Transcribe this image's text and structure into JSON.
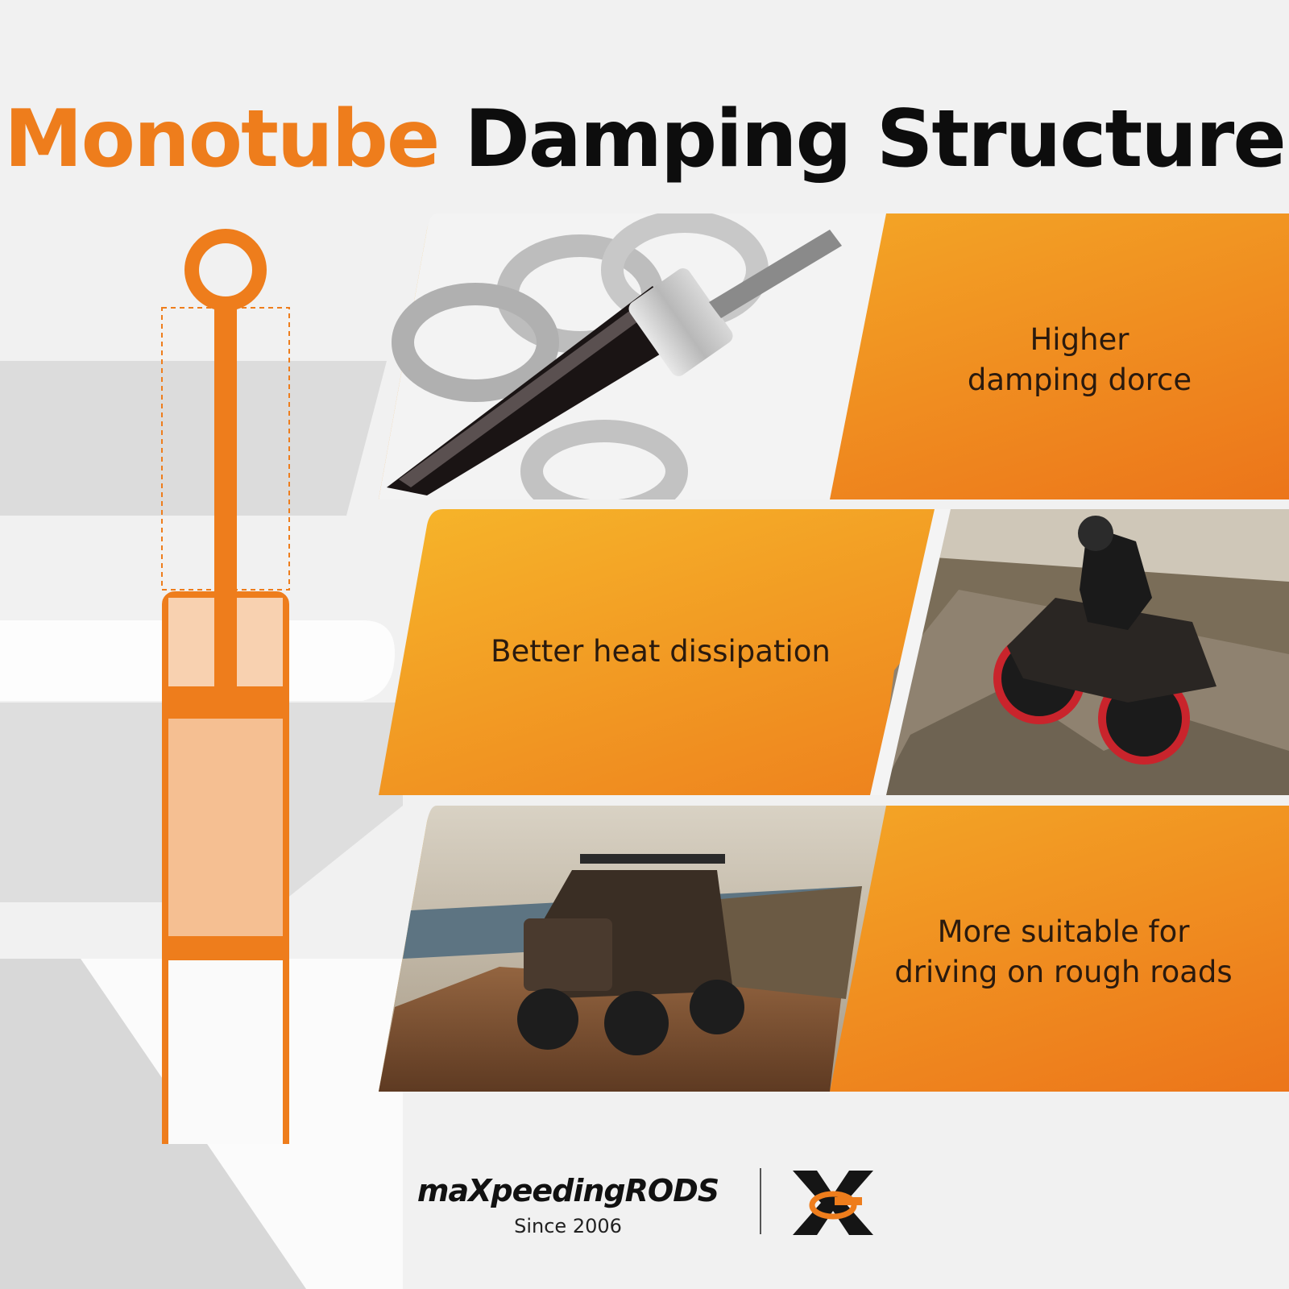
{
  "title": {
    "accent": "Monotube",
    "main": "Damping Structure"
  },
  "panels": [
    {
      "text_line1": "Higher",
      "text_line2": "damping dorce",
      "image": "shock-absorber-cutaway"
    },
    {
      "text": "Better heat dissipation",
      "image": "atv-rider-on-rocks"
    },
    {
      "text_line1": "More suitable for",
      "text_line2": "driving on rough roads",
      "image": "utv-on-coastal-dirt-road"
    }
  ],
  "brand": {
    "name": "maXpeedingRODS",
    "since": "Since 2006"
  },
  "colors": {
    "accent": "#ee7d1c",
    "panel_light": "#f5b428",
    "panel_dark": "#ee7a1c",
    "background": "#f1f1f1",
    "text_dark": "#0d0d0d"
  },
  "icons": [
    "shock-absorber-diagram-icon",
    "brand-x-logo-icon"
  ]
}
